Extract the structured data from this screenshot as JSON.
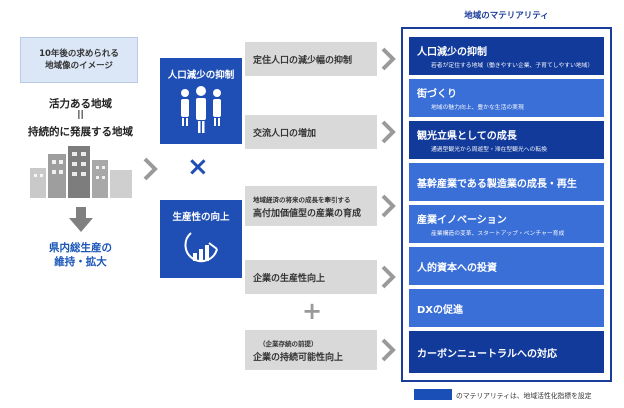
{
  "left": {
    "box_line1": "10年後の求められる",
    "box_line2": "地域像のイメージ",
    "vision_line1": "活力ある地域",
    "vision_eq": "||",
    "vision_line2": "持続的に発展する地域",
    "result_line1": "県内総生産の",
    "result_line2": "維持・拡大"
  },
  "center": {
    "pop_title": "人口減少の抑制",
    "prod_title": "生産性の向上",
    "multiply": "×"
  },
  "measures": {
    "m1": "定住人口の減少幅の抑制",
    "m2": "交流人口の増加",
    "m3_small": "地域経済の将来の成長を牽引する",
    "m3_main": "高付加価値型の産業の育成",
    "m4": "企業の生産性向上",
    "plus": "+",
    "m5_small": "（企業存続の前提）",
    "m5_main": "企業の持続可能性向上"
  },
  "materiality": {
    "header": "地域のマテリアリティ",
    "items": [
      {
        "title": "人口減少の抑制",
        "sub": "若者が定住する地域（働きやすい企業、子育てしやすい地域）"
      },
      {
        "title": "街づくり",
        "sub": "地域の魅力向上、豊かな生活の実現"
      },
      {
        "title": "観光立県としての成長",
        "sub": "通過型観光から周遊型・滞在型観光への転換"
      },
      {
        "title": "基幹産業である製造業の成長・再生",
        "sub": ""
      },
      {
        "title": "産業イノベーション",
        "sub": "産業構造の変革、スタートアップ・ベンチャー育成"
      },
      {
        "title": "人的資本への投資",
        "sub": ""
      },
      {
        "title": "DXの促進",
        "sub": ""
      },
      {
        "title": "カーボンニュートラルへの対応",
        "sub": ""
      }
    ]
  },
  "legend": {
    "text": "のマテリアリティは、地域活性化指標を設定",
    "color": "#1a4fb8"
  }
}
